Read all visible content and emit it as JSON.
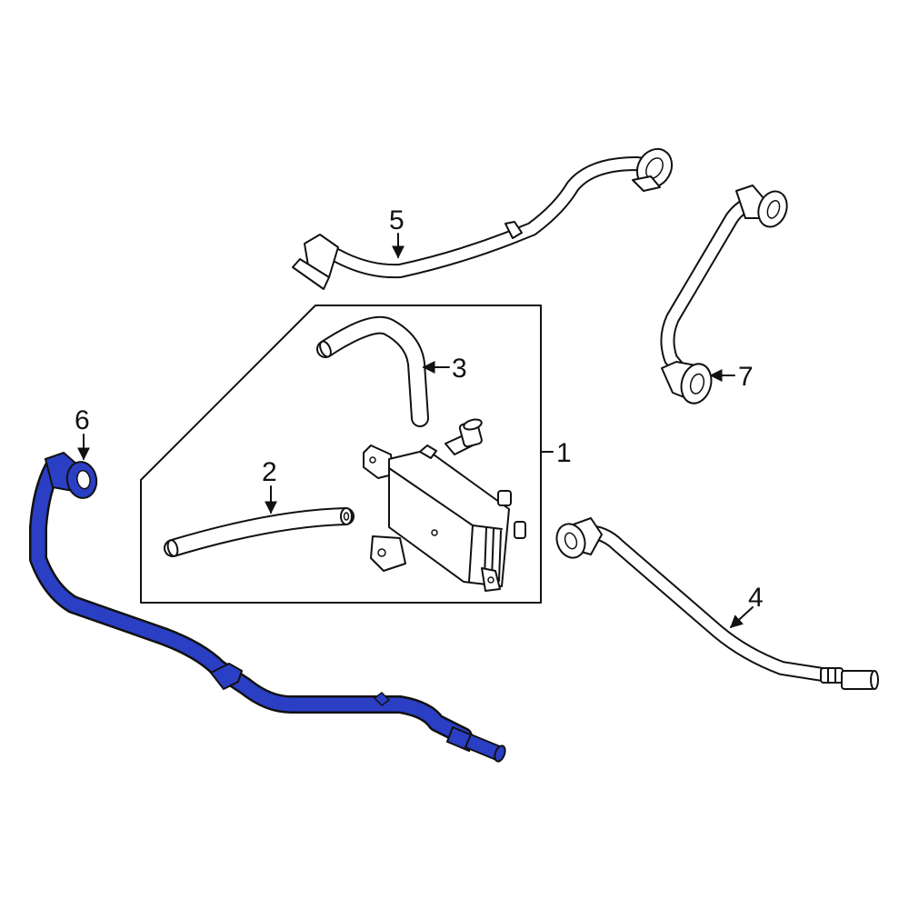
{
  "colors": {
    "line": "#111111",
    "highlight": "#2a3fc4",
    "background": "#ffffff"
  },
  "callouts": [
    {
      "id": "1",
      "label": "1"
    },
    {
      "id": "2",
      "label": "2"
    },
    {
      "id": "3",
      "label": "3"
    },
    {
      "id": "4",
      "label": "4"
    },
    {
      "id": "5",
      "label": "5"
    },
    {
      "id": "6",
      "label": "6"
    },
    {
      "id": "7",
      "label": "7"
    }
  ],
  "highlighted_part": "6"
}
